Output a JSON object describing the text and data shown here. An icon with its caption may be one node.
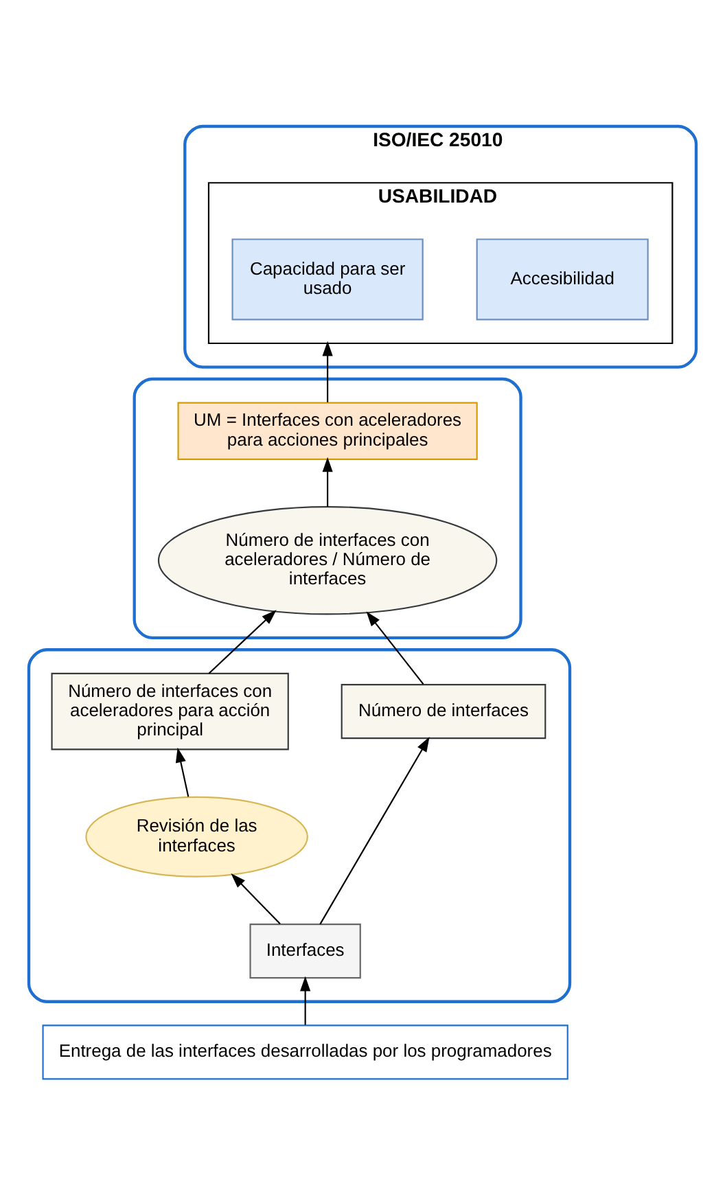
{
  "diagram": {
    "nodes": [
      {
        "text": [
          "ISO/IEC 25010"
        ]
      },
      {
        "text": [
          "USABILIDAD"
        ],
        "in": 0
      },
      {
        "text": [
          "Capacidad para ser usado"
        ],
        "in": 1
      },
      {
        "text": [
          "Accesibilidad"
        ],
        "in": 1
      },
      {
        "text": [],
        "shape": "box"
      },
      {
        "text": [
          "UM = Interfaces con aceleradores para acciones principales"
        ],
        "in": 4
      },
      {
        "text": [
          "Número de interfaces con aceleradores / Número de interfaces"
        ],
        "in": 4
      },
      {
        "text": [],
        "shape": "box"
      },
      {
        "text": [
          "Número de interfaces con aceleradores para acción principal"
        ],
        "in": 7
      },
      {
        "text": [
          "Número de interfaces"
        ],
        "in": 7
      },
      {
        "text": [
          "Revisión de las interfaces"
        ],
        "in": 7
      },
      {
        "text": [
          "Interfaces"
        ],
        "in": 7
      },
      {
        "text": [
          "Entrega de las interfaces desarrolladas por los programadores"
        ]
      }
    ],
    "edges": [
      {
        "from": 12,
        "to": 11,
        "arrow": "to"
      },
      {
        "from": 11,
        "to": 10,
        "arrow": "to"
      },
      {
        "from": 11,
        "to": 9,
        "arrow": "to"
      },
      {
        "from": 10,
        "to": 8,
        "arrow": "to"
      },
      {
        "from": 8,
        "to": 6,
        "arrow": "to"
      },
      {
        "from": 9,
        "to": 6,
        "arrow": "to"
      },
      {
        "from": 6,
        "to": 5,
        "arrow": "to"
      },
      {
        "from": 5,
        "to": 1,
        "arrow": "to"
      }
    ]
  }
}
